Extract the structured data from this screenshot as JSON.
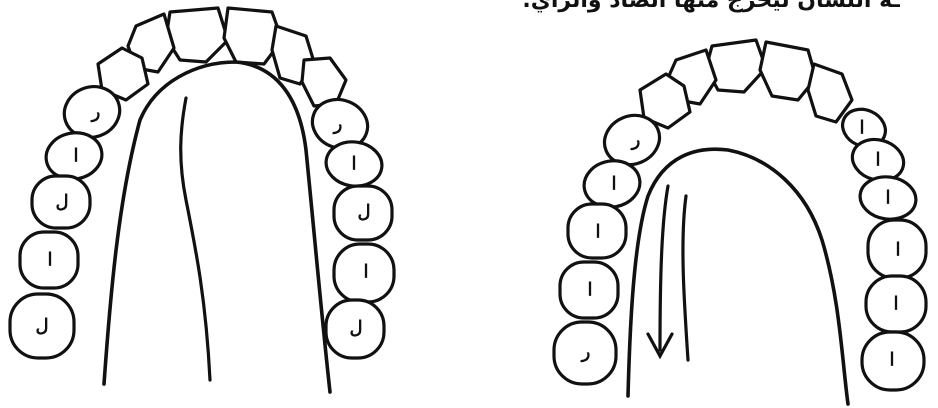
{
  "caption": {
    "text": "ـه اللسان ليخرج منها الصاد والزاي."
  },
  "colors": {
    "ink": "#111111",
    "background": "#ffffff"
  },
  "figures": [
    {
      "id": "left-jaw",
      "tooth_marks": [
        "ر",
        "ا",
        "ل",
        "ا",
        "ل",
        "ر",
        "ا",
        "ل",
        "ا",
        "ل"
      ]
    },
    {
      "id": "right-jaw",
      "tooth_marks": [
        "ر",
        "ا",
        "ا",
        "ا",
        "ر",
        "ا",
        "ا",
        "ا",
        "ا",
        "ا",
        "ا"
      ]
    }
  ]
}
